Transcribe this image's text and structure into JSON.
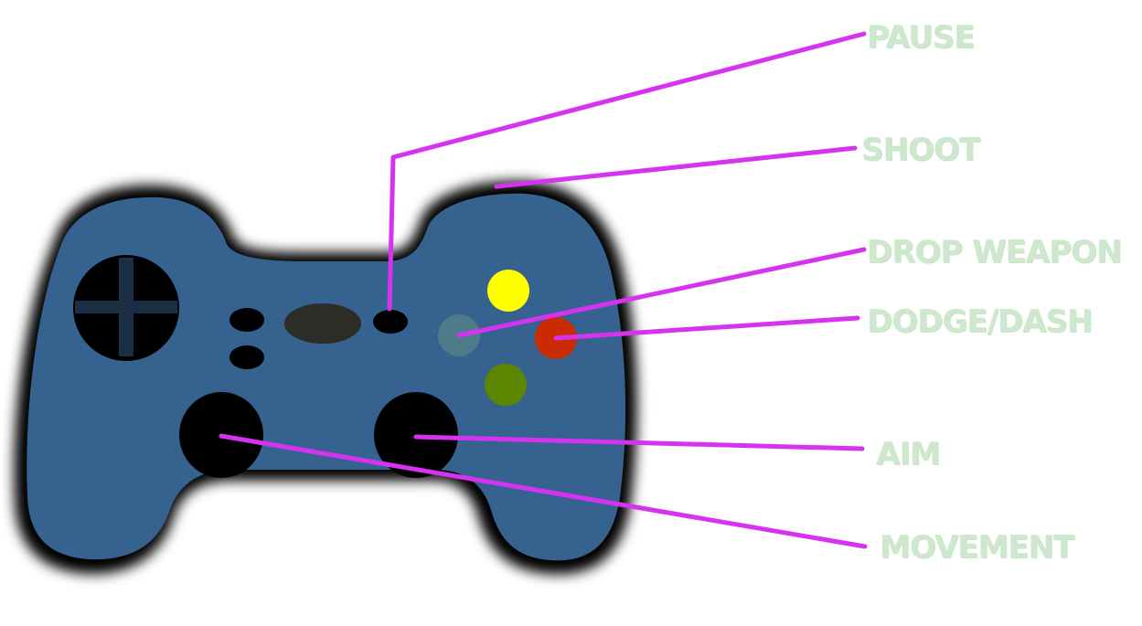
{
  "colors": {
    "controller_body": "#36628f",
    "controller_outline": "#000000",
    "leader_line": "#d633f0",
    "label_text": "#cde8cd",
    "button_top": "#ffff00",
    "button_left": "#4f7a89",
    "button_right": "#cc2a00",
    "button_bottom": "#5c8600",
    "center_pad": "#2d2d28",
    "dpad_disc": "#000000",
    "dpad_cross": "#1a2e44"
  },
  "icons": {
    "controller": "gamepad-icon",
    "dpad": "dpad-icon",
    "left_stick": "left-thumbstick-icon",
    "right_stick": "right-thumbstick-icon"
  },
  "labels": {
    "pause": "PAUSE",
    "shoot": "SHOOT",
    "drop_weapon": "DROP WEAPON",
    "dodge_dash": "DODGE/DASH",
    "aim": "AIM",
    "movement": "MOVEMENT"
  }
}
